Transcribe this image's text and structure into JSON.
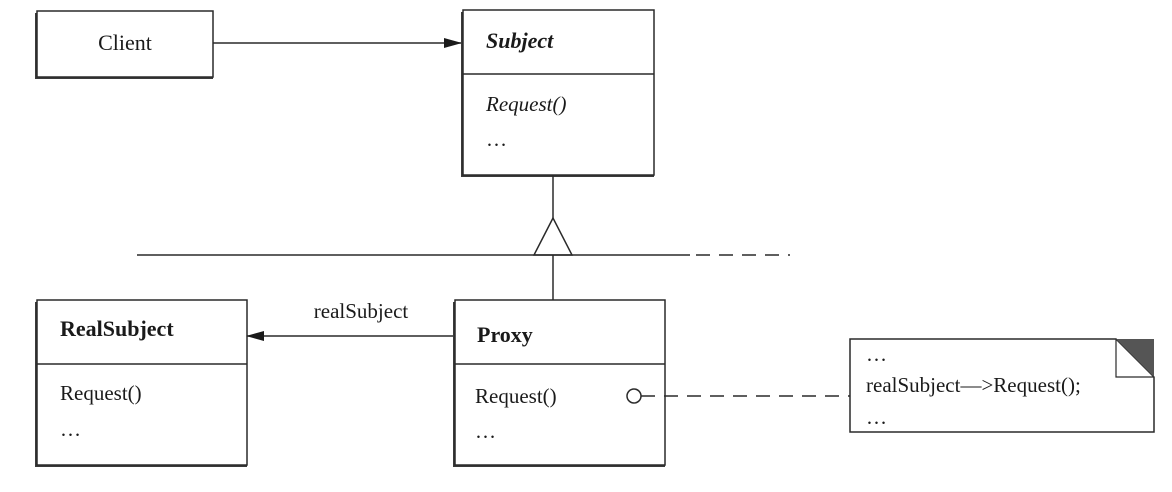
{
  "client": {
    "name": "Client"
  },
  "subject": {
    "name": "Subject",
    "members": [
      "Request()",
      "…"
    ]
  },
  "real_subject": {
    "name": "RealSubject",
    "members": [
      "Request()",
      "…"
    ]
  },
  "proxy": {
    "name": "Proxy",
    "members": [
      "Request()",
      "…"
    ]
  },
  "association_label": "realSubject",
  "note": {
    "lines": [
      "…",
      "realSubject—>Request();",
      "…"
    ]
  }
}
